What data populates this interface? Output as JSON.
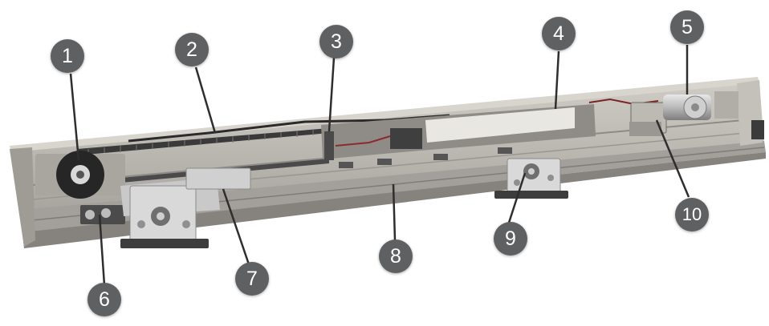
{
  "colors": {
    "callout_fill": "#5f6062",
    "callout_text": "#ffffff",
    "leader_line": "#2e2e2e",
    "rail_aluminium": "#b9b6b0",
    "rail_shadow": "#8d8a85",
    "belt": "#3a3a3a",
    "pulley": "#2a2a2a",
    "board": "#e9e7e1"
  },
  "callouts": [
    "1",
    "2",
    "3",
    "4",
    "5",
    "6",
    "7",
    "8",
    "9",
    "10"
  ]
}
